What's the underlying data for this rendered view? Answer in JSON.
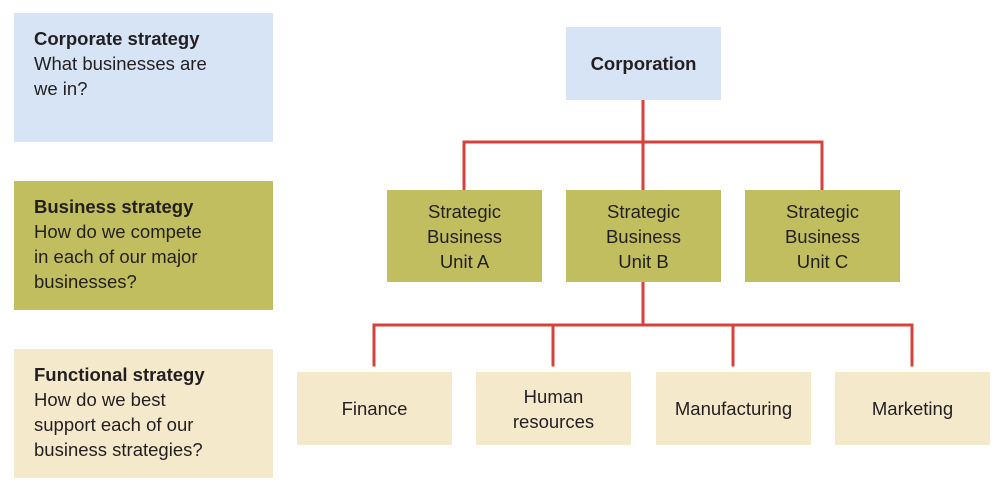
{
  "levels": {
    "corporate": {
      "title": "Corporate strategy",
      "description": "What businesses are we in?"
    },
    "business": {
      "title": "Business strategy",
      "description": "How do we compete in each of our major businesses?"
    },
    "functional": {
      "title": "Functional strategy",
      "description": "How do we best support each of our business strategies?"
    }
  },
  "hierarchy": {
    "root": {
      "label": "Corporation"
    },
    "business_units": [
      {
        "label": "Strategic Business Unit A"
      },
      {
        "label": "Strategic Business Unit B"
      },
      {
        "label": "Strategic Business Unit C"
      }
    ],
    "functions": [
      {
        "label": "Finance"
      },
      {
        "label": "Human resources"
      },
      {
        "label": "Manufacturing"
      },
      {
        "label": "Marketing"
      }
    ]
  },
  "colors": {
    "corporate_fill": "#d6e4f5",
    "business_fill": "#c1be5f",
    "functional_fill": "#f5e9cc",
    "connector": "#d8413a"
  }
}
